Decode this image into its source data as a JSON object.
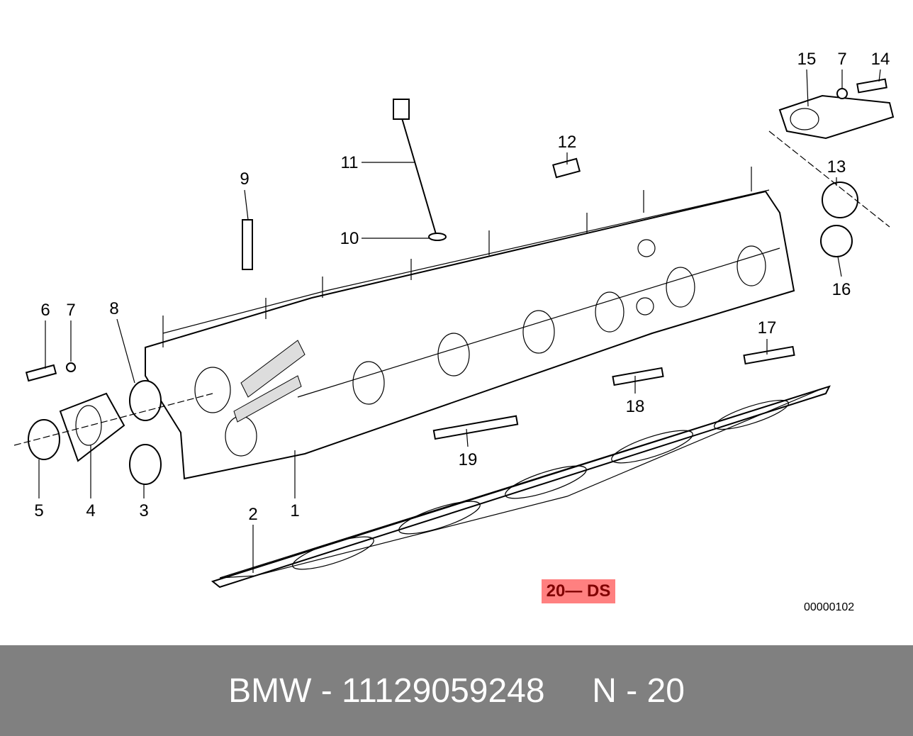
{
  "diagram": {
    "callouts": {
      "c1": "1",
      "c2": "2",
      "c3": "3",
      "c4": "4",
      "c5": "5",
      "c6": "6",
      "c7a": "7",
      "c7b": "7",
      "c8": "8",
      "c9": "9",
      "c10": "10",
      "c11": "11",
      "c12": "12",
      "c13": "13",
      "c14": "14",
      "c15": "15",
      "c16": "16",
      "c17": "17",
      "c18": "18",
      "c19": "19"
    },
    "highlight_tag": "20— DS",
    "highlight_color": "#ff8080",
    "document_number": "00000102"
  },
  "footer": {
    "text": "BMW - 11129059248     N - 20",
    "background": "#808080"
  }
}
